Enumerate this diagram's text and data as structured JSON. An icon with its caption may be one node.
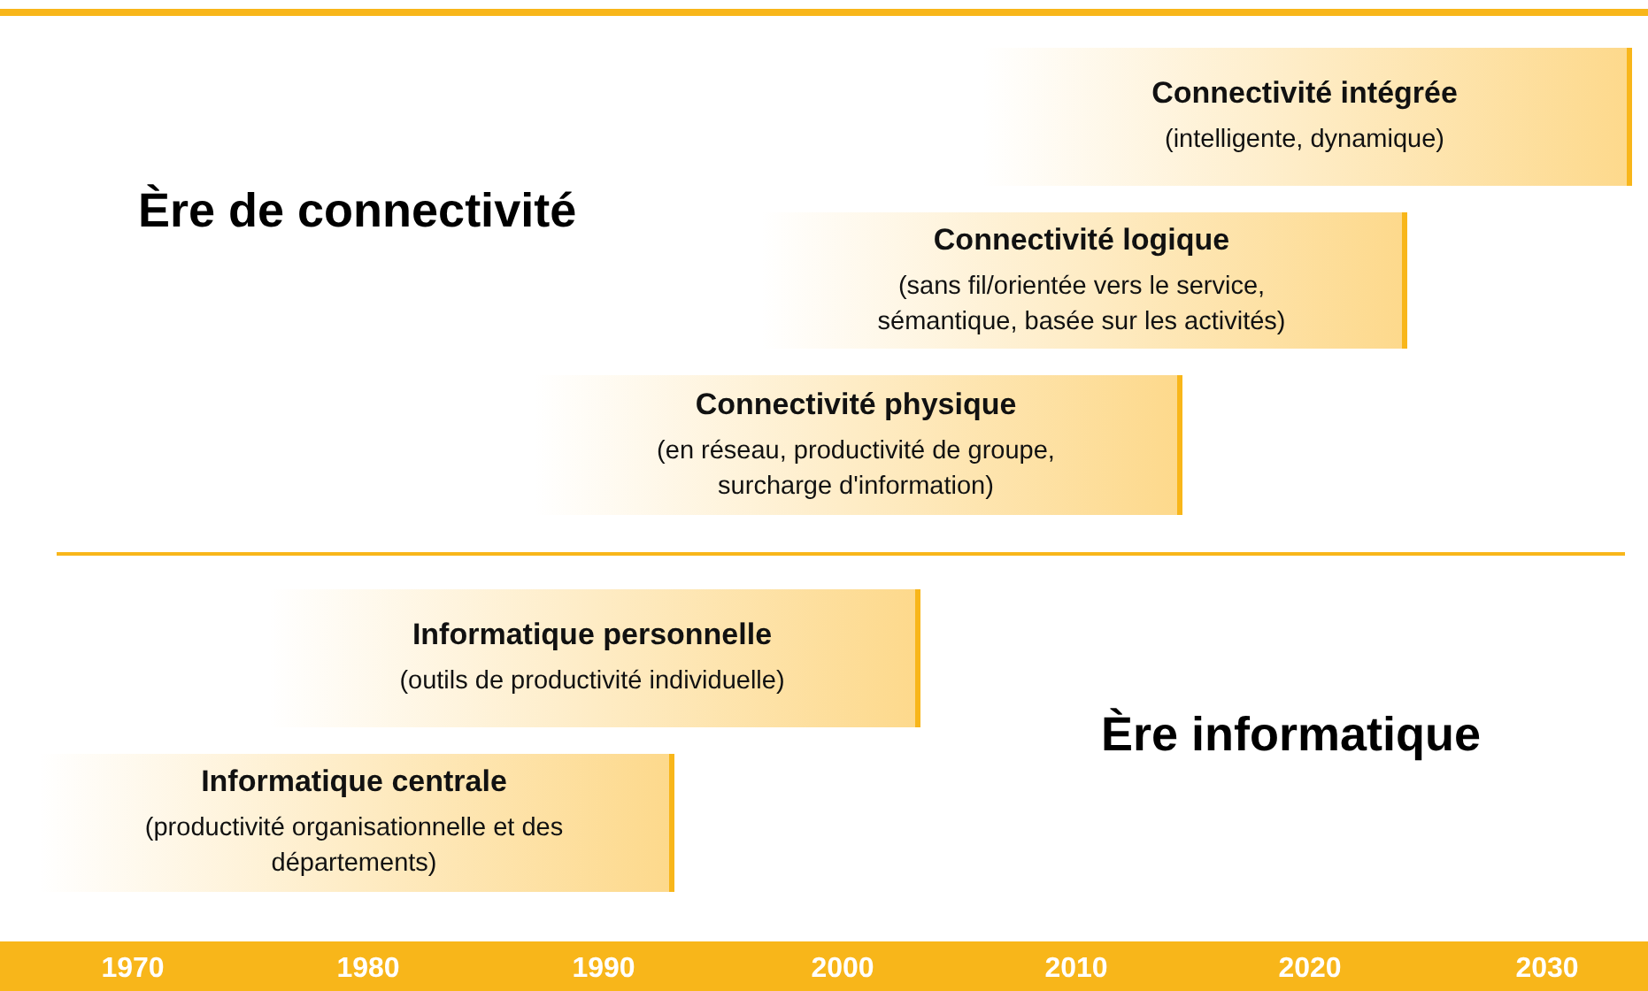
{
  "diagram": {
    "nodes": [
      {
        "text": [
          "Connectivité intégrée",
          "(intelligente, dynamique)"
        ]
      },
      {
        "text": [
          "Connectivité logique",
          "(sans fil/orientée vers le service, sémantique, basée sur les activités)"
        ]
      },
      {
        "text": [
          "Connectivité physique",
          "(en réseau, productivité de groupe, surcharge d'information)"
        ]
      },
      {
        "text": [
          "Informatique personnelle",
          "(outils de productivité individuelle)"
        ]
      },
      {
        "text": [
          "Informatique centrale",
          "(productivité organisationnelle et des départements)"
        ]
      }
    ],
    "labels": [
      "Ère de connectivité",
      "Ère informatique",
      "1970",
      "1980",
      "1990",
      "2000",
      "2010",
      "2020",
      "2030"
    ]
  }
}
